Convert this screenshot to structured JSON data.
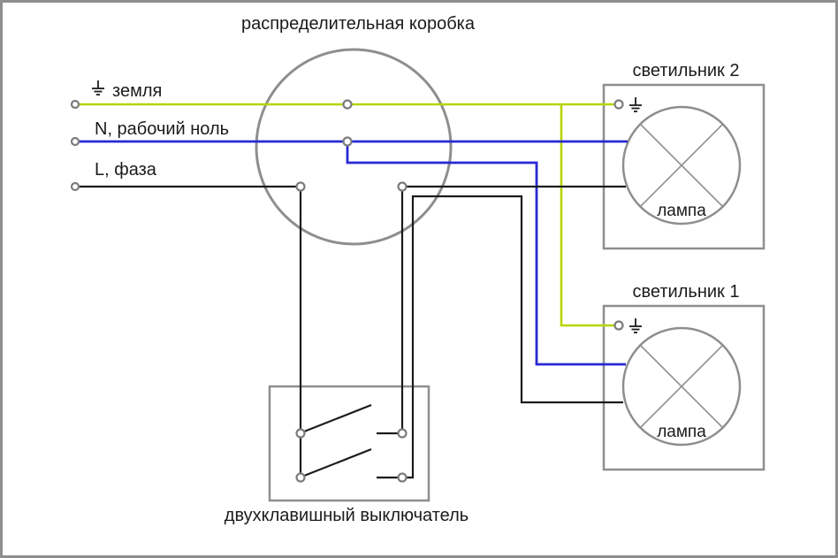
{
  "diagram": {
    "title": "распределительная коробка",
    "wires": {
      "ground_label": "земля",
      "neutral_label": "N, рабочий ноль",
      "phase_label": "L, фаза"
    },
    "switch": {
      "label": "двухклавишный выключатель"
    },
    "fixtures": [
      {
        "title": "светильник 2",
        "lamp_label": "лампа"
      },
      {
        "title": "светильник 1",
        "lamp_label": "лампа"
      }
    ],
    "icons": {
      "ground": "ground-symbol"
    },
    "colors": {
      "ground_wire": "#b8d400",
      "neutral_wire": "#2828d6",
      "phase_wire": "#1b1b1b",
      "outline": "#8e8e8e"
    }
  }
}
